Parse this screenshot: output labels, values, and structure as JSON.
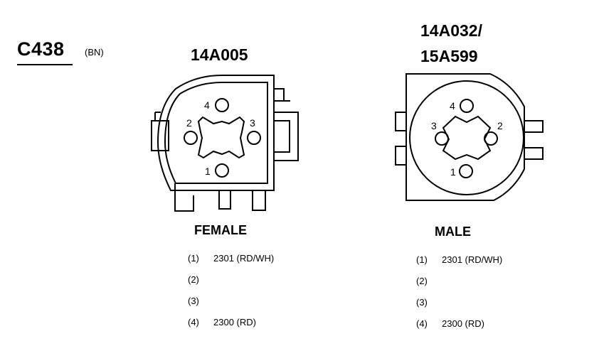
{
  "connector": {
    "id": "C438",
    "color_code": "(BN)"
  },
  "female": {
    "part_number": "14A005",
    "type": "FEMALE",
    "pins": [
      {
        "num": "1",
        "label": "(1)",
        "wire": "2301 (RD/WH)"
      },
      {
        "num": "2",
        "label": "(2)",
        "wire": ""
      },
      {
        "num": "3",
        "label": "(3)",
        "wire": ""
      },
      {
        "num": "4",
        "label": "(4)",
        "wire": "2300 (RD)"
      }
    ]
  },
  "male": {
    "part_number_line1": "14A032/",
    "part_number_line2": "15A599",
    "type": "MALE",
    "pins": [
      {
        "num": "1",
        "label": "(1)",
        "wire": "2301 (RD/WH)"
      },
      {
        "num": "2",
        "label": "(2)",
        "wire": ""
      },
      {
        "num": "3",
        "label": "(3)",
        "wire": ""
      },
      {
        "num": "4",
        "label": "(4)",
        "wire": "2300 (RD)"
      }
    ]
  }
}
